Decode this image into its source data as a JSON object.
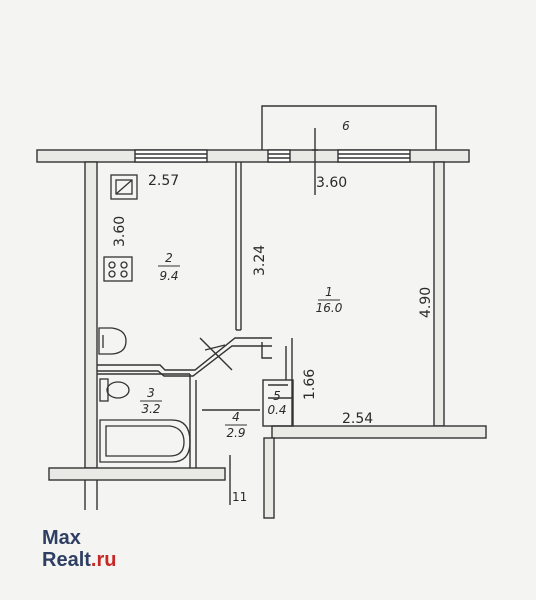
{
  "dimensions": {
    "kitchen_width": "2.57",
    "kitchen_length": "3.60",
    "room_width": "3.60",
    "room_length_left": "3.24",
    "room_length_right": "4.90",
    "hall_length": "1.66",
    "hall_width": "2.54",
    "corridor_width": "11"
  },
  "rooms": [
    {
      "number": "1",
      "area": "16.0"
    },
    {
      "number": "2",
      "area": "9.4"
    },
    {
      "number": "3",
      "area": "3.2"
    },
    {
      "number": "4",
      "area": "2.9"
    },
    {
      "number": "5",
      "area": "0.4"
    },
    {
      "number": "6",
      "area": ""
    }
  ],
  "logo": {
    "line1": "Max",
    "line2_main": "Realt",
    "line2_accent": ".ru"
  }
}
